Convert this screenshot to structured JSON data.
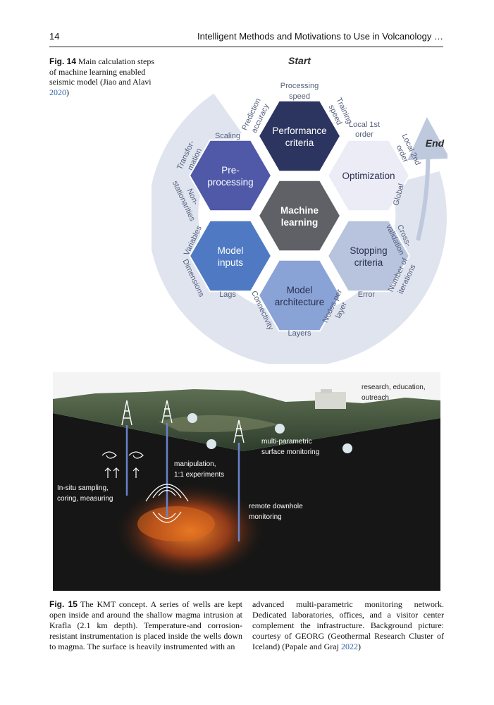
{
  "header": {
    "page_number": "14",
    "running_title": "Intelligent Methods and Motivations to Use in Volcanology …"
  },
  "figure14": {
    "label": "Fig. 14",
    "caption": "Main calculation steps of machine learning enabled seismic model (Jiao and Alavi ",
    "citation_year": "2020",
    "caption_end": ")",
    "start": "Start",
    "end": "End",
    "hex": {
      "center": [
        "Machine",
        "learning"
      ],
      "performance": [
        "Performance",
        "criteria"
      ],
      "optimization": [
        "Optimization"
      ],
      "stopping": [
        "Stopping",
        "criteria"
      ],
      "architecture": [
        "Model",
        "architecture"
      ],
      "inputs": [
        "Model",
        "inputs"
      ],
      "preprocessing": [
        "Pre-",
        "processing"
      ]
    },
    "ring_labels": {
      "processing_speed": [
        "Processing",
        "speed"
      ],
      "prediction_accuracy": [
        "Prediction",
        "accuracy"
      ],
      "training_speed": [
        "Training",
        "speed"
      ],
      "local_1st_order": [
        "Local 1st",
        "order"
      ],
      "local_2nd_order": [
        "Local 2nd",
        "order"
      ],
      "global": "Global",
      "cross_validation": [
        "Cross-",
        "validation"
      ],
      "number_of_iterations": [
        "Number of",
        "iterations"
      ],
      "error": "Error",
      "nodes_per_layer": [
        "Nodes per",
        "layer"
      ],
      "layers": "Layers",
      "connectivity": "Connectivity",
      "lags": "Lags",
      "dimensions": "Dimensions",
      "variables": "Variables",
      "non_stationarities": [
        "Non-",
        "stationarities"
      ],
      "transformation": [
        "Transfor-",
        "mation"
      ],
      "scaling": "Scaling"
    },
    "colors": {
      "performance": "#2c3560",
      "preprocessing": "#4f59a8",
      "center": "#5f6166",
      "inputs": "#4f7ac3",
      "architecture": "#8aa3d6",
      "stopping": "#b8c4de",
      "optimization": "#ebecf6",
      "ring": "#dfe4ef",
      "ring_label": "#55607c"
    }
  },
  "figure15": {
    "labels": {
      "research": [
        "research, education,",
        "outreach"
      ],
      "surface": [
        "multi-parametric",
        "surface monitoring"
      ],
      "manipulation": [
        "manipulation,",
        "1:1 experiments"
      ],
      "insitu": [
        "In-situ sampling,",
        "coring, measuring"
      ],
      "downhole": [
        "remote downhole",
        "monitoring"
      ]
    },
    "colors": {
      "sky": "#f3f4f3",
      "terrain": "#3d4f3a",
      "underground": "#151615",
      "magma": "#e06a1d"
    },
    "caption_label": "Fig. 15",
    "caption_left": "The KMT concept. A series of wells are kept open inside and around the shallow magma intrusion at Krafla (2.1 km depth). Temperature-and corrosion-resistant instrumentation is placed inside the wells down to magma. The surface is heavily instrumented with an",
    "caption_right_1": "advanced multi-parametric monitoring network. Dedicated laboratories, offices, and a visitor center complement the infrastructure. Background picture: courtesy of GEORG (Geothermal Research Cluster of Iceland) (Papale and Graj ",
    "caption_right_year": "2022",
    "caption_right_end": ")"
  }
}
